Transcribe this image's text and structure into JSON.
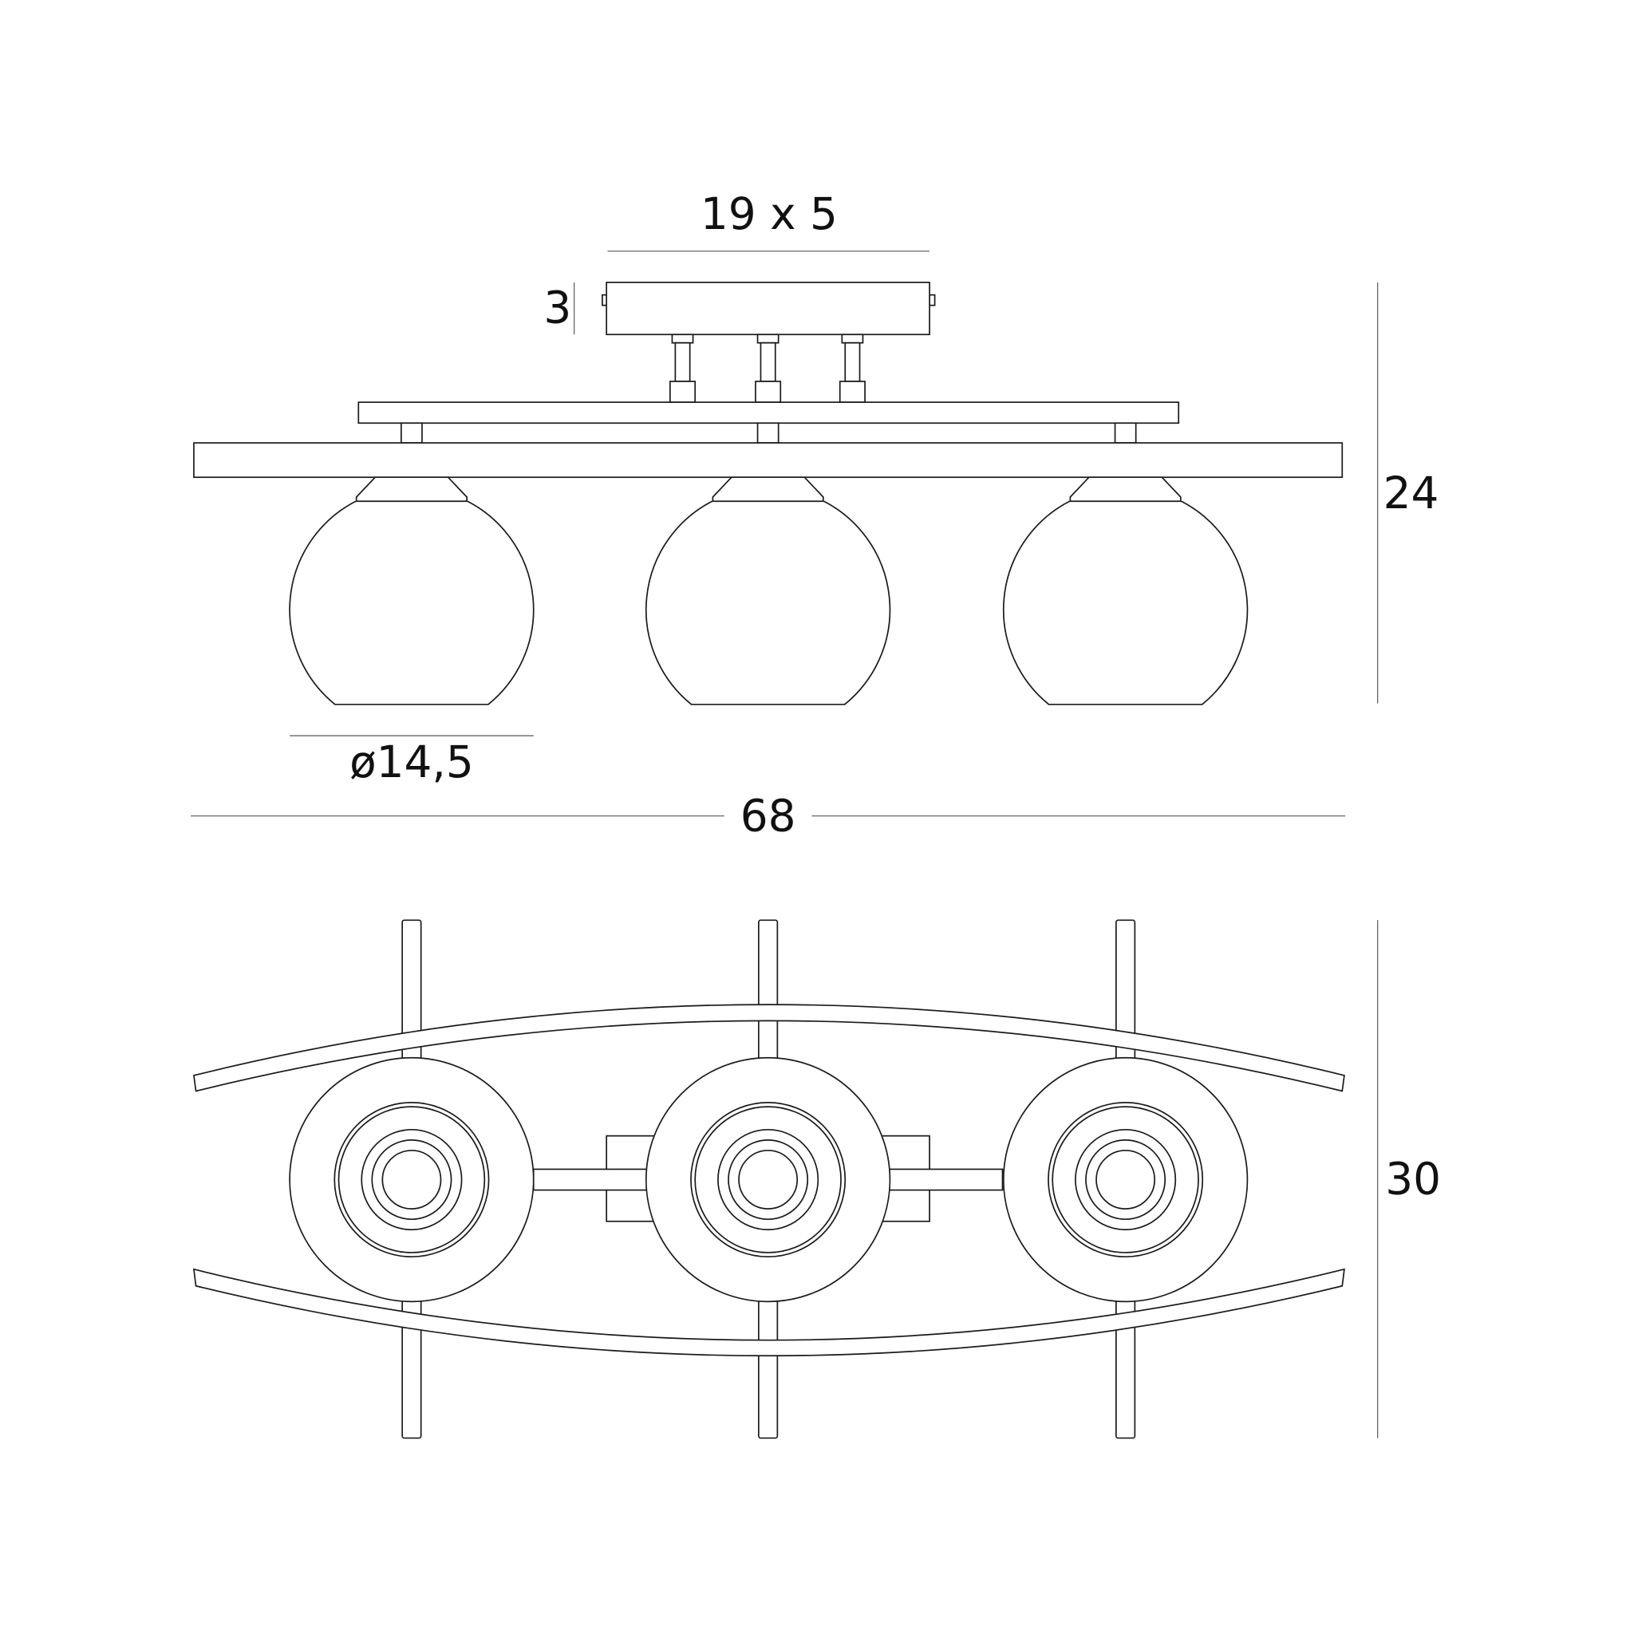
{
  "dimensions": {
    "canopy_size": "19 x 5",
    "canopy_height": "3",
    "total_height": "24",
    "globe_diameter": "ø14,5",
    "total_length": "68",
    "total_width": "30"
  },
  "lamp_count": 3
}
